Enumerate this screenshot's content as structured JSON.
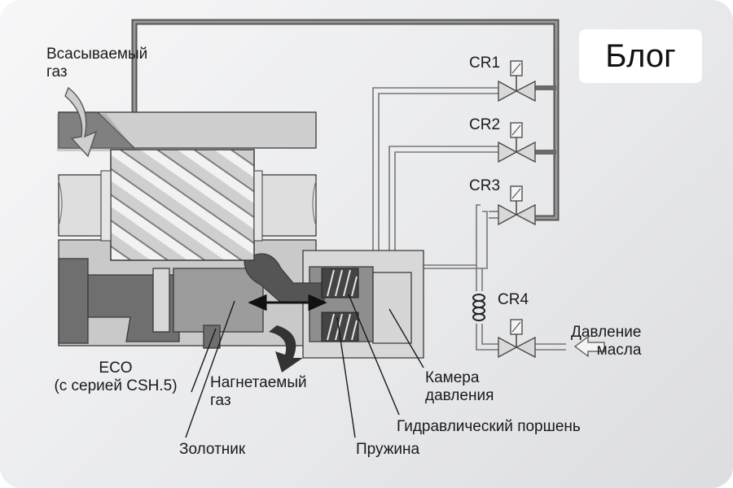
{
  "badge": {
    "label": "Блог"
  },
  "labels": {
    "suction_gas": "Всасываемый\nгаз",
    "cr1": "CR1",
    "cr2": "CR2",
    "cr3": "CR3",
    "cr4": "CR4",
    "oil_pressure": "Давление\nмасла",
    "eco": "ECO\n(с серией CSH.5)",
    "discharge_gas": "Нагнетаемый\nгаз",
    "pressure_chamber": "Камера\nдавления",
    "hydraulic_piston": "Гидравлический поршень",
    "slide_valve": "Золотник",
    "spring": "Пружина"
  },
  "colors": {
    "housing_light": "#d4d4d4",
    "housing_mid": "#b8b8b8",
    "housing_dark": "#6f6f6f",
    "outline": "#333333",
    "pipe": "#777777"
  }
}
